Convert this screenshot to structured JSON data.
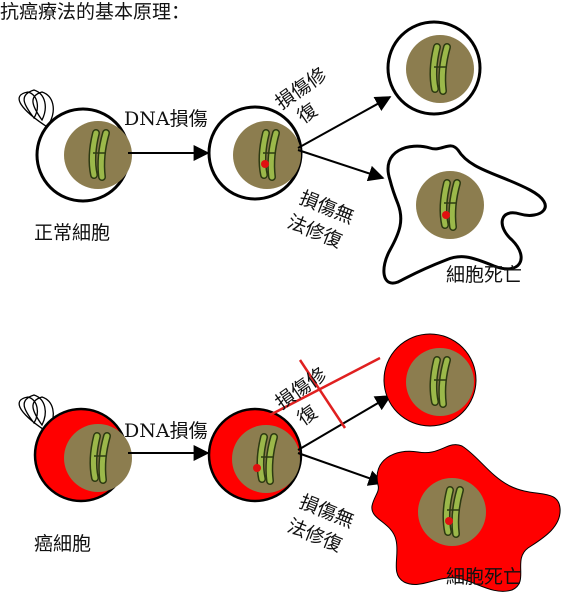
{
  "title": "抗癌療法的基本原理：",
  "normal": {
    "cell_label": "正常細胞",
    "dna_damage": "DNA損傷",
    "repair_line1": "損傷修",
    "repair_line2": "復",
    "no_repair_line1": "損傷無",
    "no_repair_line2": "法修復",
    "death": "細胞死亡"
  },
  "cancer": {
    "cell_label": "癌細胞",
    "dna_damage": "DNA損傷",
    "repair_line1": "損傷修",
    "repair_line2": "復",
    "no_repair_line1": "損傷無",
    "no_repair_line2": "法修復",
    "death": "細胞死亡"
  },
  "colors": {
    "nucleus": "#8c7d4f",
    "chromosome": "#9bb84a",
    "damage_dot": "#e01010",
    "cancer_fill": "#ff0000",
    "cross_out": "#e02020"
  }
}
